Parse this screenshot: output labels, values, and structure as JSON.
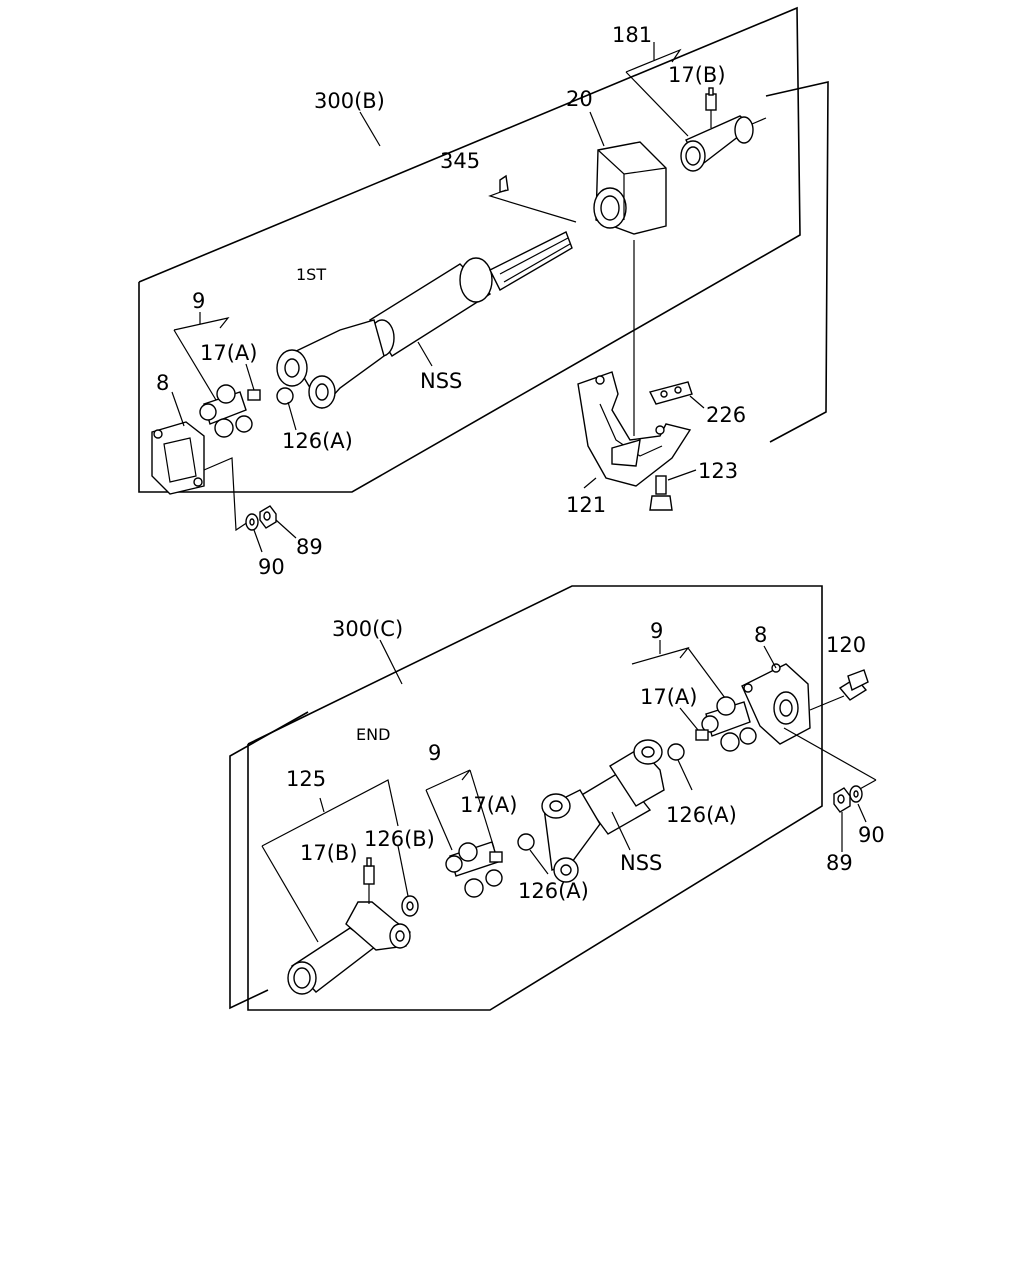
{
  "diagram": {
    "upper_assembly": {
      "assembly_label": "300(B)",
      "section_label": "1ST",
      "callouts": {
        "c181": "181",
        "c17b": "17(B)",
        "c20": "20",
        "c345": "345",
        "c9": "9",
        "c17a": "17(A)",
        "c8": "8",
        "c126a": "126(A)",
        "cnss": "NSS",
        "c226": "226",
        "c123": "123",
        "c121": "121",
        "c89": "89",
        "c90": "90"
      }
    },
    "lower_assembly": {
      "assembly_label": "300(C)",
      "section_label": "END",
      "callouts": {
        "c9r": "9",
        "c8": "8",
        "c120": "120",
        "c17ar": "17(A)",
        "c126ar": "126(A)",
        "c90": "90",
        "c89": "89",
        "cnss": "NSS",
        "c125": "125",
        "c9l": "9",
        "c17al": "17(A)",
        "c17b": "17(B)",
        "c126b": "126(B)",
        "c126al": "126(A)"
      }
    }
  }
}
